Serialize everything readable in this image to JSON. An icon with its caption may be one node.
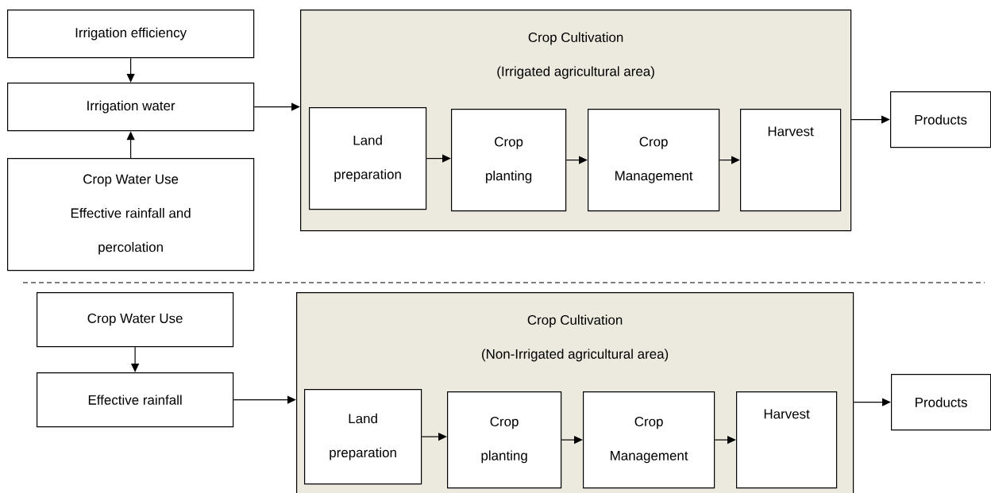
{
  "diagram": {
    "nodes": [
      {
        "text": [
          "Irrigation efficiency"
        ]
      },
      {
        "text": [
          "Irrigation water"
        ]
      },
      {
        "text": [
          "Crop Water Use",
          "Effective rainfall and percolation"
        ]
      },
      {
        "text": [
          "Crop Cultivation",
          "(Irrigated agricultural area)"
        ]
      },
      {
        "text": [
          "Land preparation"
        ],
        "in": 3
      },
      {
        "text": [
          "Crop planting"
        ],
        "in": 3
      },
      {
        "text": [
          "Crop Management"
        ],
        "in": 3
      },
      {
        "text": [
          "Harvest"
        ],
        "in": 3
      },
      {
        "text": [
          "Products"
        ]
      },
      {
        "text": [
          "Crop Water Use"
        ]
      },
      {
        "text": [
          "Effective rainfall"
        ]
      },
      {
        "text": [
          "Crop Cultivation",
          "(Non-Irrigated agricultural area)"
        ]
      },
      {
        "text": [
          "Land preparation"
        ],
        "in": 11
      },
      {
        "text": [
          "Crop planting"
        ],
        "in": 11
      },
      {
        "text": [
          "Crop Management"
        ],
        "in": 11
      },
      {
        "text": [
          "Harvest"
        ],
        "in": 11
      },
      {
        "text": [
          "Products"
        ]
      }
    ],
    "edges": [
      {
        "from": 0,
        "to": 1,
        "arrow": "to"
      },
      {
        "from": 2,
        "to": 1,
        "arrow": "to"
      },
      {
        "from": 1,
        "to": 3,
        "arrow": "to"
      },
      {
        "from": 4,
        "to": 5,
        "arrow": "to"
      },
      {
        "from": 5,
        "to": 6,
        "arrow": "to"
      },
      {
        "from": 6,
        "to": 7,
        "arrow": "to"
      },
      {
        "from": 3,
        "to": 8,
        "arrow": "to"
      },
      {
        "from": 9,
        "to": 10,
        "arrow": "to"
      },
      {
        "from": 10,
        "to": 11,
        "arrow": "to"
      },
      {
        "from": 12,
        "to": 13,
        "arrow": "to"
      },
      {
        "from": 13,
        "to": 14,
        "arrow": "to"
      },
      {
        "from": 14,
        "to": 15,
        "arrow": "to"
      },
      {
        "from": 11,
        "to": 16,
        "arrow": "to"
      }
    ]
  }
}
